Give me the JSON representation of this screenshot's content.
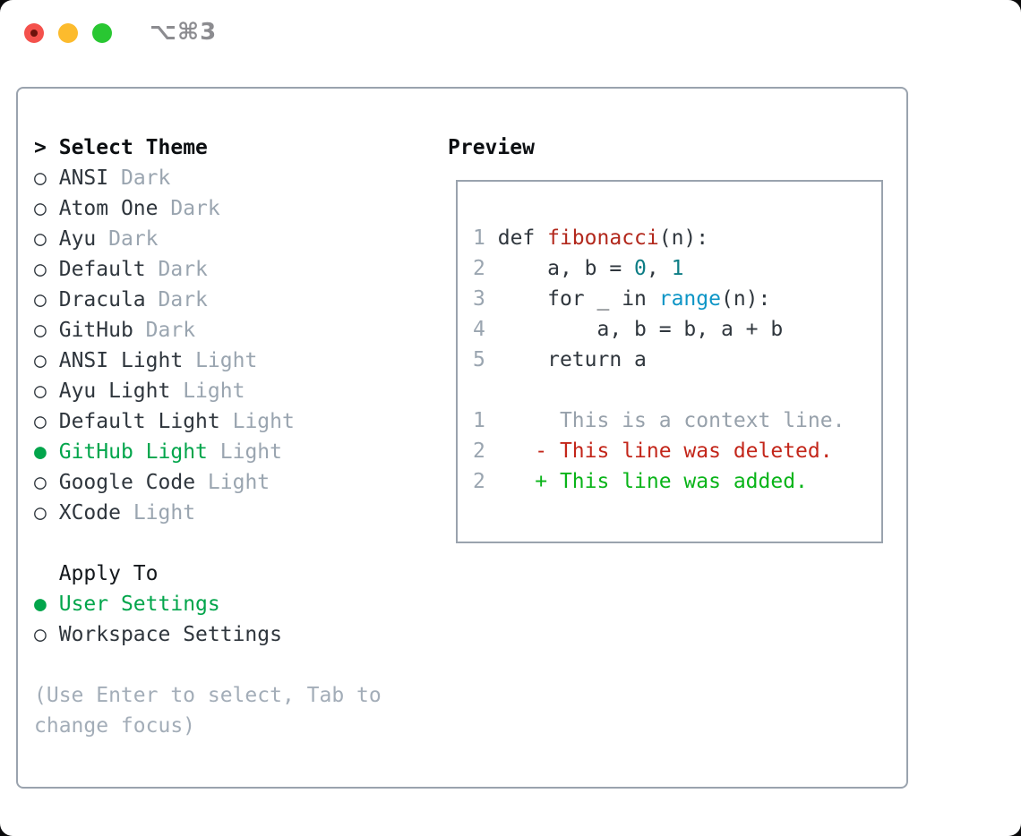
{
  "window": {
    "title": "⌥⌘3",
    "buttons": {
      "close": "close",
      "minimize": "minimize",
      "zoom": "zoom"
    }
  },
  "icons": {
    "radio_unselected": "○",
    "radio_selected": "●",
    "prompt_caret": ">"
  },
  "theme_panel": {
    "title": "Select Theme",
    "themes": [
      {
        "name": "ANSI",
        "variant": "Dark",
        "selected": false
      },
      {
        "name": "Atom One",
        "variant": "Dark",
        "selected": false
      },
      {
        "name": "Ayu",
        "variant": "Dark",
        "selected": false
      },
      {
        "name": "Default",
        "variant": "Dark",
        "selected": false
      },
      {
        "name": "Dracula",
        "variant": "Dark",
        "selected": false
      },
      {
        "name": "GitHub",
        "variant": "Dark",
        "selected": false
      },
      {
        "name": "ANSI Light",
        "variant": "Light",
        "selected": false
      },
      {
        "name": "Ayu Light",
        "variant": "Light",
        "selected": false
      },
      {
        "name": "Default Light",
        "variant": "Light",
        "selected": false
      },
      {
        "name": "GitHub Light",
        "variant": "Light",
        "selected": true
      },
      {
        "name": "Google Code",
        "variant": "Light",
        "selected": false
      },
      {
        "name": "XCode",
        "variant": "Light",
        "selected": false
      }
    ],
    "apply_to": {
      "label": "Apply To",
      "options": [
        {
          "name": "User Settings",
          "selected": true
        },
        {
          "name": "Workspace Settings",
          "selected": false
        }
      ]
    },
    "hint_lines": [
      "(Use Enter to select, Tab to",
      "change focus)"
    ]
  },
  "preview": {
    "title": "Preview",
    "lines": [
      {
        "num": "1",
        "tokens": [
          {
            "t": "def ",
            "c": "code"
          },
          {
            "t": "fibonacci",
            "c": "function"
          },
          {
            "t": "(n):",
            "c": "code"
          }
        ]
      },
      {
        "num": "2",
        "tokens": [
          {
            "t": "    a, b = ",
            "c": "code"
          },
          {
            "t": "0",
            "c": "number"
          },
          {
            "t": ", ",
            "c": "code"
          },
          {
            "t": "1",
            "c": "number"
          }
        ]
      },
      {
        "num": "3",
        "tokens": [
          {
            "t": "    for _ in ",
            "c": "code"
          },
          {
            "t": "range",
            "c": "builtin"
          },
          {
            "t": "(n):",
            "c": "code"
          }
        ]
      },
      {
        "num": "4",
        "tokens": [
          {
            "t": "        a, b = b, a + b",
            "c": "code"
          }
        ]
      },
      {
        "num": "5",
        "tokens": [
          {
            "t": "    return a",
            "c": "code"
          }
        ]
      },
      {
        "num": "",
        "tokens": []
      },
      {
        "num": "1",
        "tokens": [
          {
            "t": "     This is a context line.",
            "c": "context"
          }
        ]
      },
      {
        "num": "2",
        "tokens": [
          {
            "t": "   - This line was deleted.",
            "c": "deleted"
          }
        ]
      },
      {
        "num": "2",
        "tokens": [
          {
            "t": "   + This line was added.",
            "c": "added"
          }
        ]
      }
    ]
  },
  "colors": {
    "selection_green": "#02a54b",
    "text": "#2f363d",
    "muted": "#9aa5b0",
    "hint": "#a3adb8",
    "border": "#9aa3ae",
    "function_red": "#b2281c",
    "number_teal": "#0d7d85",
    "builtin_blue": "#0d95c6",
    "diff_red": "#c3261a",
    "diff_green": "#09b419",
    "traffic_red": "#f4514c",
    "traffic_yellow": "#fcbb2d",
    "traffic_green": "#29c732"
  }
}
